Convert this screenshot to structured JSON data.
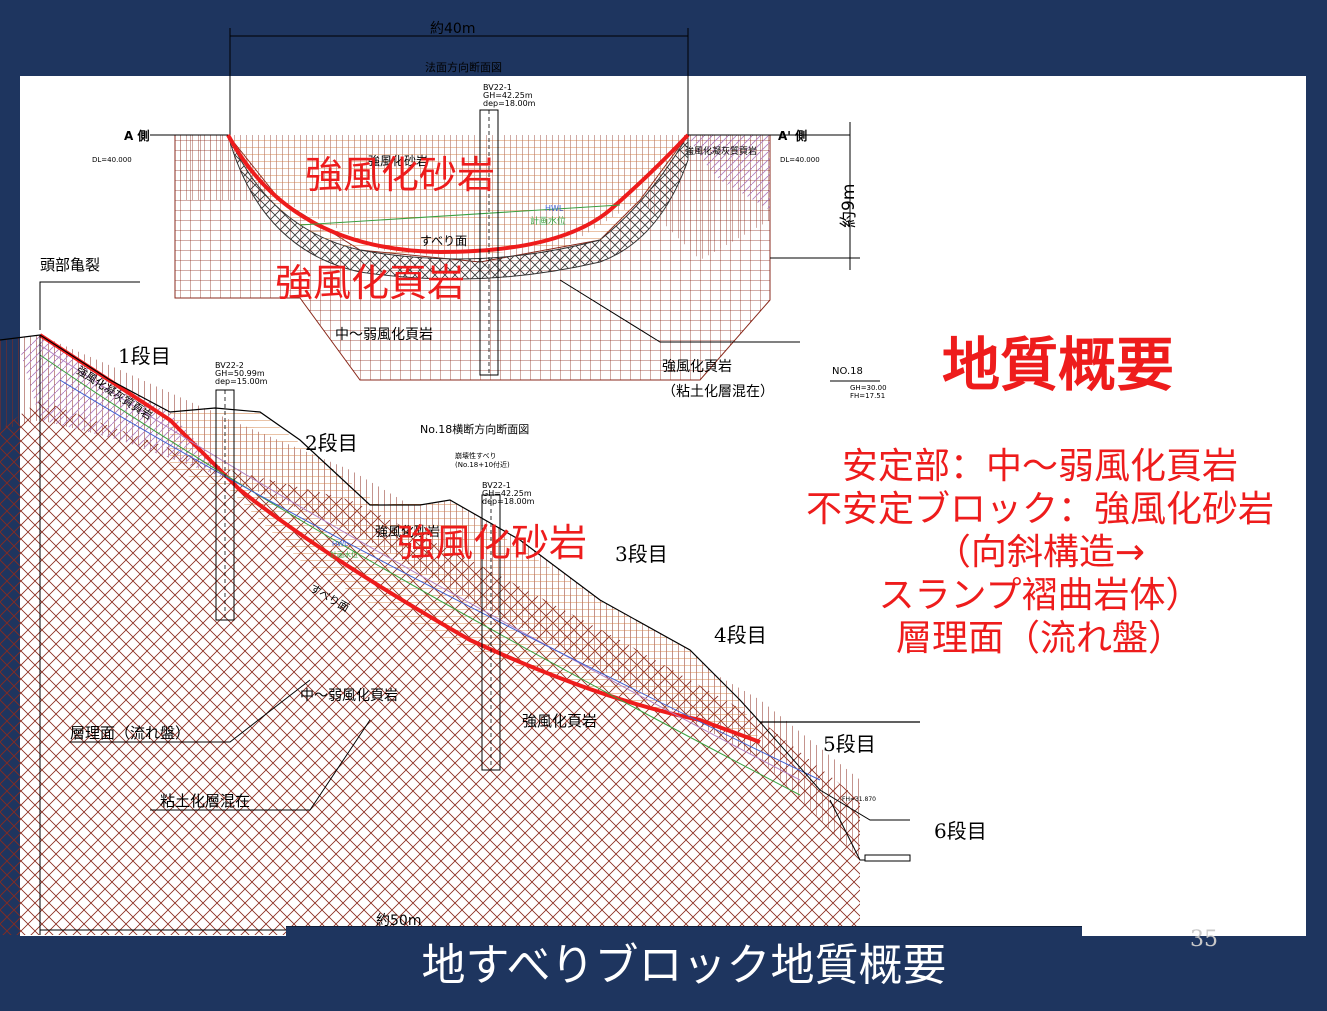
{
  "colors": {
    "background": "#1e355f",
    "accent_red": "#ee1c1c",
    "hatch_brown": "#8a2a1c",
    "hatch_orange": "#d27b3e",
    "hatch_purple": "#b080c0",
    "water_green": "#3aa040",
    "water_blue": "#4060d0"
  },
  "upper_section": {
    "title": "法面方向断面図",
    "width_label": "約40m",
    "height_label": "約9m",
    "side_a": "A 側",
    "side_a_prime": "A' 側",
    "dl_left": "DL=40.000",
    "dl_right": "DL=40.000",
    "boring": {
      "name": "BV22-1",
      "gh": "GH=42.25m",
      "dep": "dep=18.00m"
    },
    "layer_top_small": "強風化砂岩",
    "layer_tuff_small": "強風化凝灰質頁岩",
    "label_big_sandstone": "強風化砂岩",
    "label_big_shale": "強風化頁岩",
    "small_shale": "強風化頁岩",
    "lower_layer": "中～弱風化頁岩",
    "slip_plane": "すべり面",
    "hwl": "HWL",
    "plan_water": "計画水位",
    "callout_line1": "強風化頁岩",
    "callout_line2": "（粘土化層混在）"
  },
  "lower_section": {
    "title": "No.18横断方向断面図",
    "no_label": "NO.18",
    "gh": "GH=30.00",
    "fh": "FH=17.51",
    "head_crack": "頭部亀裂",
    "steps": [
      "1段目",
      "2段目",
      "3段目",
      "4段目",
      "5段目",
      "6段目"
    ],
    "boring_left": {
      "name": "BV22-2",
      "gh": "GH=50.99m",
      "dep": "dep=15.00m"
    },
    "boring_right": {
      "name": "BV22-1",
      "gh": "GH=42.25m",
      "dep": "dep=18.00m"
    },
    "tuff_label": "強風化凝灰質頁岩",
    "sandstone_small": "強風化砂岩",
    "label_big_sandstone": "強風化砂岩",
    "shale_label": "強風化頁岩",
    "middle_shale": "中～弱風化頁岩",
    "slip_plane": "すべり面",
    "hwl": "HWL",
    "plan_water": "計画水位",
    "bedding": "層理面（流れ盤）",
    "clay": "粘土化層混在",
    "width_label": "約50m",
    "shallow_slip_line1": "崩壊性すべり",
    "shallow_slip_line2": "(No.18+10付近)",
    "fh_small": "FH=31.870"
  },
  "summary": {
    "heading": "地質概要",
    "line1": "安定部：中～弱風化頁岩",
    "line2": "不安定ブロック：強風化砂岩",
    "line3": "（向斜構造→",
    "line4": "スランプ褶曲岩体）",
    "line5": "層理面（流れ盤）"
  },
  "page_number": "35",
  "slide_title": "地すべりブロック地質概要"
}
